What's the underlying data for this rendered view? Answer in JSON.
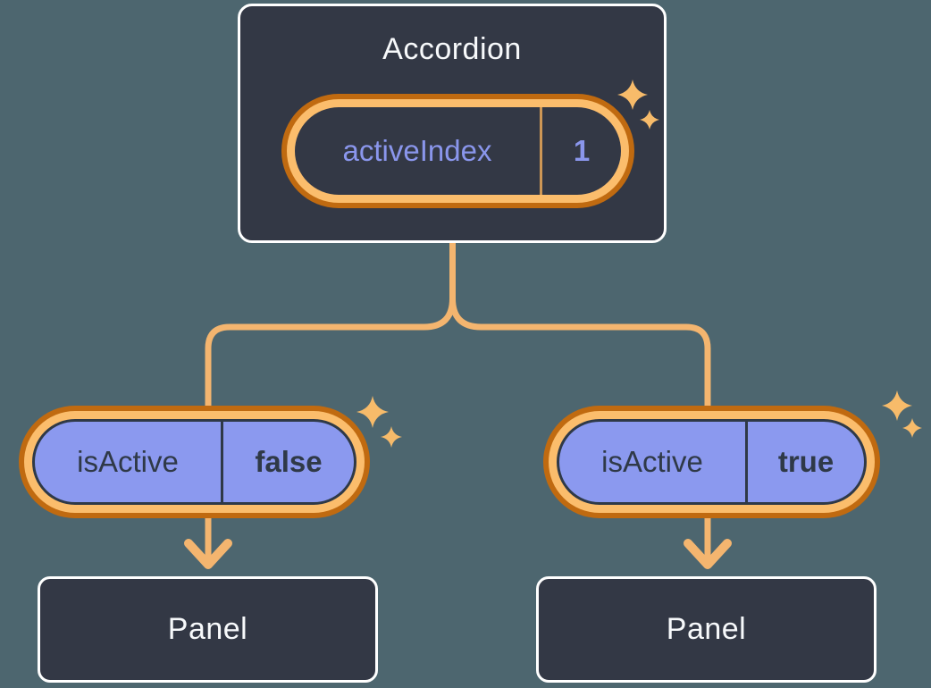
{
  "colors": {
    "page_bg": "#4D666F",
    "card_bg": "#333845",
    "card_border": "#FFFFFF",
    "ring_dark": "#C06A10",
    "ring_light": "#FBBD6C",
    "line": "#F4B56F",
    "purple": "#8B99EF",
    "purple_text": "#8A96EC",
    "ink": "#2F3947",
    "divider_tan": "#CE9755",
    "text_light": "#F7F9FB",
    "sparkle": "#F7BB6A"
  },
  "accordion": {
    "title": "Accordion",
    "state": {
      "name": "activeIndex",
      "value": "1"
    }
  },
  "children": [
    {
      "prop_name": "isActive",
      "prop_value": "false",
      "panel_label": "Panel"
    },
    {
      "prop_name": "isActive",
      "prop_value": "true",
      "panel_label": "Panel"
    }
  ]
}
